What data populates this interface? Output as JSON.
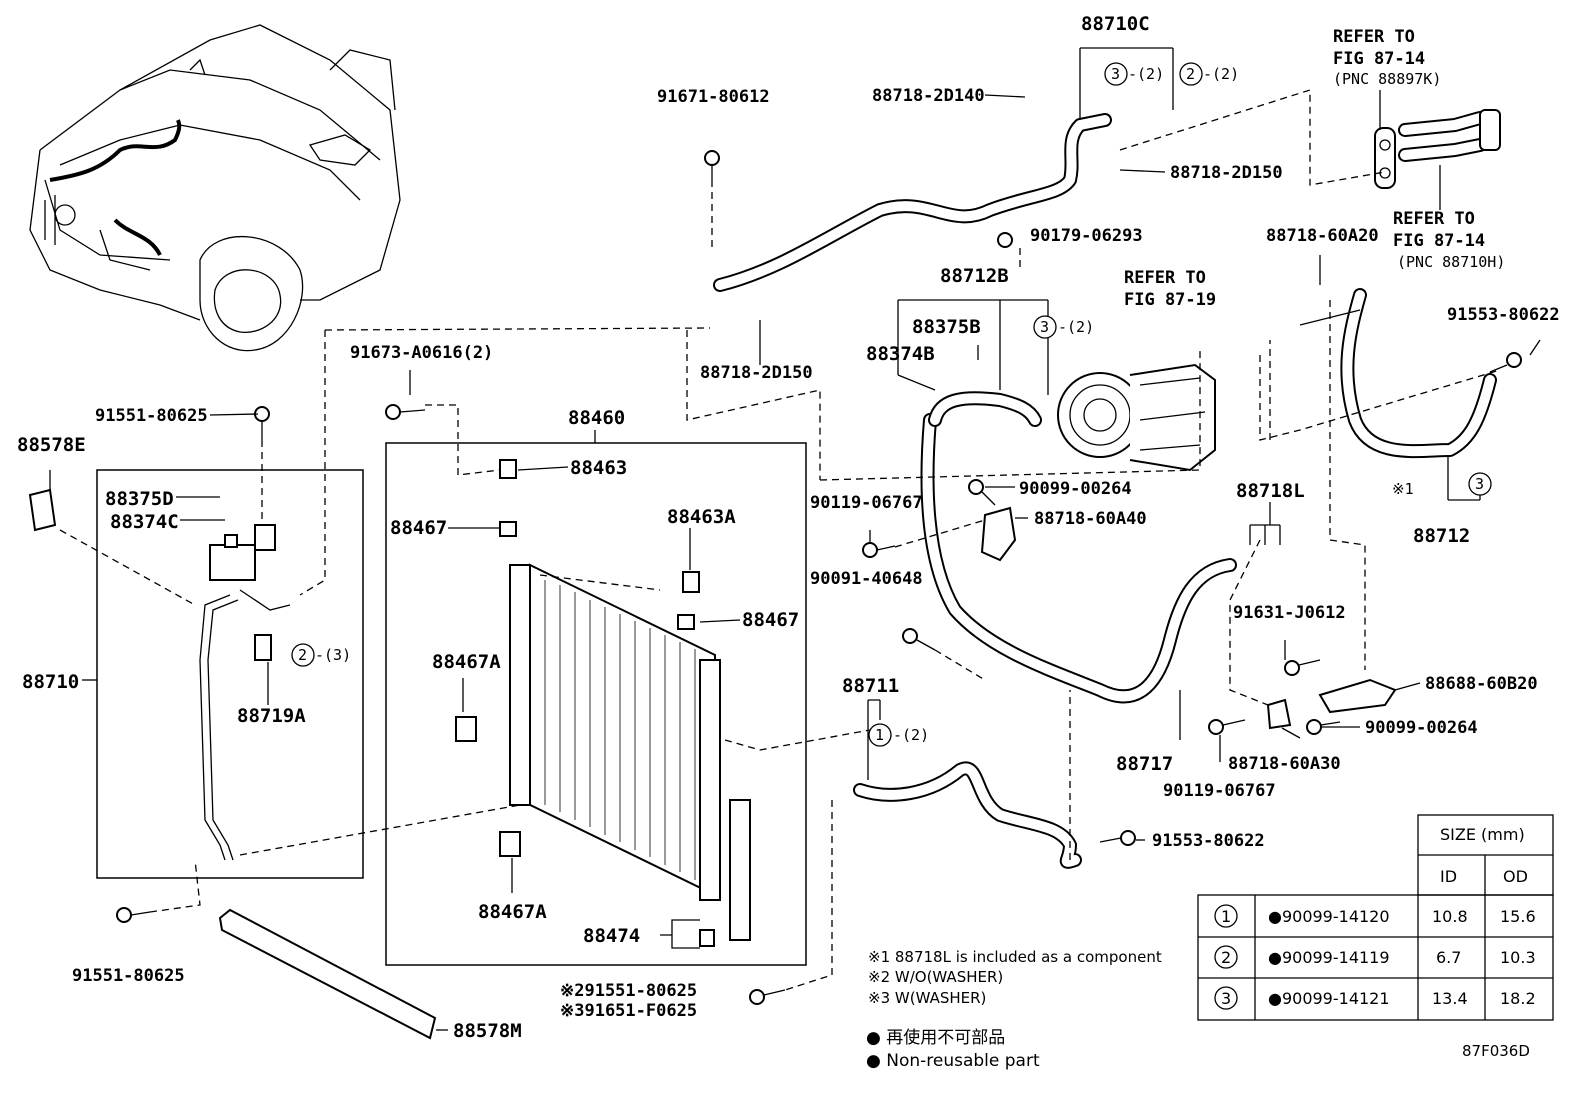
{
  "diagram_id": "87F036D",
  "labels": {
    "p88710C": "88710C",
    "p88718_2D140": "88718-2D140",
    "p88718_2D150a": "88718-2D150",
    "p88718_2D150b": "88718-2D150",
    "p91671_80612": "91671-80612",
    "p90179_06293": "90179-06293",
    "p88712B": "88712B",
    "p88375B": "88375B",
    "p88374B": "88374B",
    "p91673_A0616": "91673-A0616(2)",
    "p91551_80625a": "91551-80625",
    "p91551_80625b": "91551-80625",
    "p88578E": "88578E",
    "p88375D": "88375D",
    "p88374C": "88374C",
    "p88710": "88710",
    "p88719A": "88719A",
    "p88460": "88460",
    "p88463": "88463",
    "p88463A": "88463A",
    "p88467a": "88467",
    "p88467b": "88467",
    "p88467Aa": "88467A",
    "p88467Ab": "88467A",
    "p88474": "88474",
    "p88578M": "88578M",
    "p90119_06767a": "90119-06767",
    "p90119_06767b": "90119-06767",
    "p90099_00264a": "90099-00264",
    "p90099_00264b": "90099-00264",
    "p88718_60A40": "88718-60A40",
    "p90091_40648": "90091-40648",
    "p88711": "88711",
    "p88717": "88717",
    "p88718L": "88718L",
    "p91631_J0612": "91631-J0612",
    "p88688_60B20": "88688-60B20",
    "p88718_60A30": "88718-60A30",
    "p91553_80622a": "91553-80622",
    "p91553_80622b": "91553-80622",
    "p88718_60A20": "88718-60A20",
    "p88712": "88712",
    "note1_mark": "※1",
    "n2_label": "※291551-80625",
    "n3_label": "※391651-F0625",
    "circ3_2a": "-(2)",
    "circ2_2": "-(2)",
    "circ3_2b": "-(2)",
    "circ2_3": "-(3)",
    "circ1_2": "-(2)"
  },
  "refs": {
    "r1": [
      "REFER TO",
      "FIG 87-14",
      "(PNC 88897K)"
    ],
    "r2": [
      "REFER TO",
      "FIG 87-14",
      "(PNC 88710H)"
    ],
    "r3": [
      "REFER TO",
      "FIG 87-19"
    ]
  },
  "notes": [
    "※1 88718L is included as a component",
    "※2 W/O(WASHER)",
    "※3 W(WASHER)"
  ],
  "legend": [
    "● 再使用不可部品",
    "● Non-reusable part"
  ],
  "size_table": {
    "title": "SIZE (mm)",
    "headers": [
      "ID",
      "OD"
    ],
    "rows": [
      {
        "no": "1",
        "part": "●90099-14120",
        "id": "10.8",
        "od": "15.6"
      },
      {
        "no": "2",
        "part": "●90099-14119",
        "id": "6.7",
        "od": "10.3"
      },
      {
        "no": "3",
        "part": "●90099-14121",
        "id": "13.4",
        "od": "18.2"
      }
    ]
  }
}
